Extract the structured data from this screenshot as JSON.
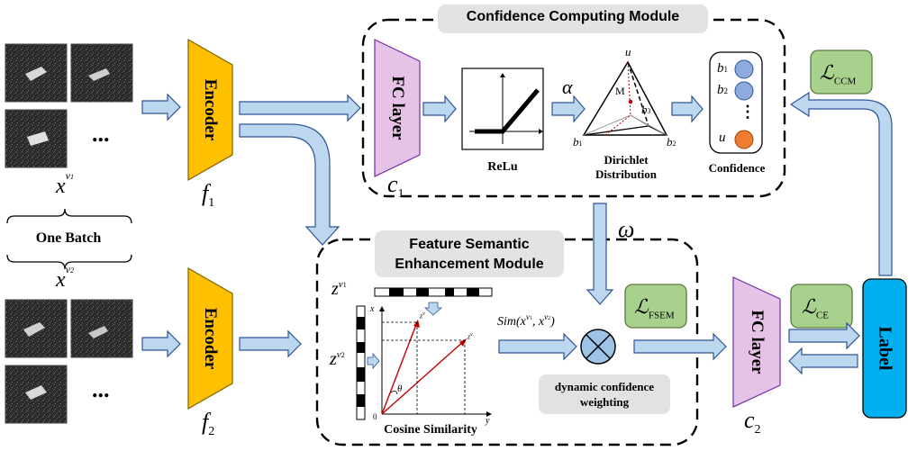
{
  "modules": {
    "ccm_title": "Confidence Computing Module",
    "fsem_title_line1": "Feature Semantic",
    "fsem_title_line2": "Enhancement Module"
  },
  "inputs": {
    "batch_label": "One Batch",
    "ellipsis": "...",
    "x_symbol": "x",
    "v1": "v",
    "v2": "v",
    "v_sub1": "1",
    "v_sub2": "2"
  },
  "encoders": {
    "label": "Encoder",
    "f_symbol": "f",
    "f1_sub": "1",
    "f2_sub": "2"
  },
  "fc": {
    "label": "FC layer",
    "c_symbol": "c",
    "c1_sub": "1",
    "c2_sub": "2"
  },
  "ccm": {
    "relu_label": "ReLu",
    "alpha": "α",
    "dirichlet_label_line1": "Dirichlet",
    "dirichlet_label_line2": "Distribution",
    "simplex_top": "u",
    "simplex_b1": "b",
    "simplex_b2": "b",
    "simplex_b3": "b",
    "simplex_m": "M",
    "confidence_label": "Confidence",
    "conf_b": "b",
    "conf_dots": "⋮",
    "conf_u": "u"
  },
  "fsem": {
    "omega": "ω",
    "z": "z",
    "sim_text": "Sim(x",
    "sim_mid": ", x",
    "sim_end": ")",
    "cosine_label": "Cosine Similarity",
    "axis_x": "x",
    "axis_y": "y",
    "axis_origin": "0",
    "theta": "θ",
    "dcw_line1": "dynamic confidence",
    "dcw_line2": "weighting"
  },
  "losses": {
    "L": "ℒ",
    "ccm_sub": "CCM",
    "fsem_sub": "FSEM",
    "ce_sub": "CE"
  },
  "label_box": "Label",
  "colors": {
    "encoder_fill": "#ffc000",
    "fc_fill": "#e6c3e6",
    "label_fill": "#00b0f0",
    "loss_fill": "#a9d18e",
    "arrow_fill": "#bdd7ee",
    "arrow_stroke": "#2e5597",
    "conf_b_fill": "#8faadc",
    "conf_u_fill": "#ed7d31",
    "vector_red": "#c00000"
  }
}
